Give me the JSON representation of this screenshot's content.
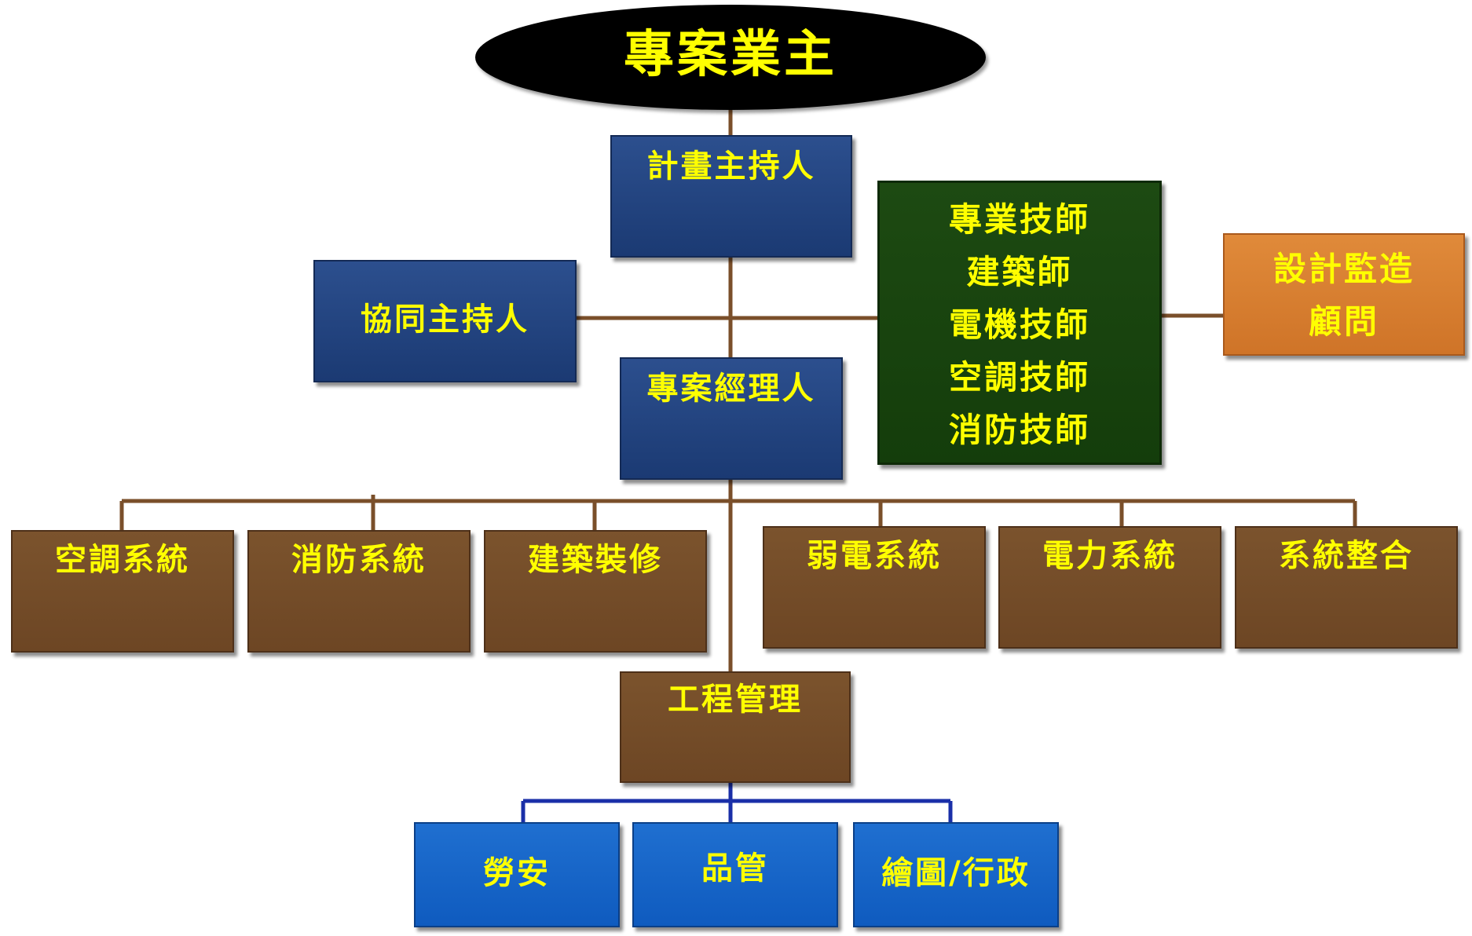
{
  "owner": "專案業主",
  "host": "計畫主持人",
  "co_host": "協同主持人",
  "pm": "專案經理人",
  "engineers": [
    "專業技師",
    "建築師",
    "電機技師",
    "空調技師",
    "消防技師"
  ],
  "consultant": [
    "設計監造",
    "顧問"
  ],
  "systems": [
    "空調系統",
    "消防系統",
    "建築裝修",
    "弱電系統",
    "電力系統",
    "系統整合"
  ],
  "engineering": "工程管理",
  "support": [
    "勞安",
    "品管",
    "繪圖/行政"
  ],
  "colors": {
    "text": "#ffff00",
    "navy": "#1b3a73",
    "brown": "#6d4624",
    "green": "#143d0b",
    "orange": "#d87d30",
    "blue": "#0f5bbf",
    "connector_brown": "#7a4f2a",
    "connector_blue": "#1a2fa8"
  }
}
